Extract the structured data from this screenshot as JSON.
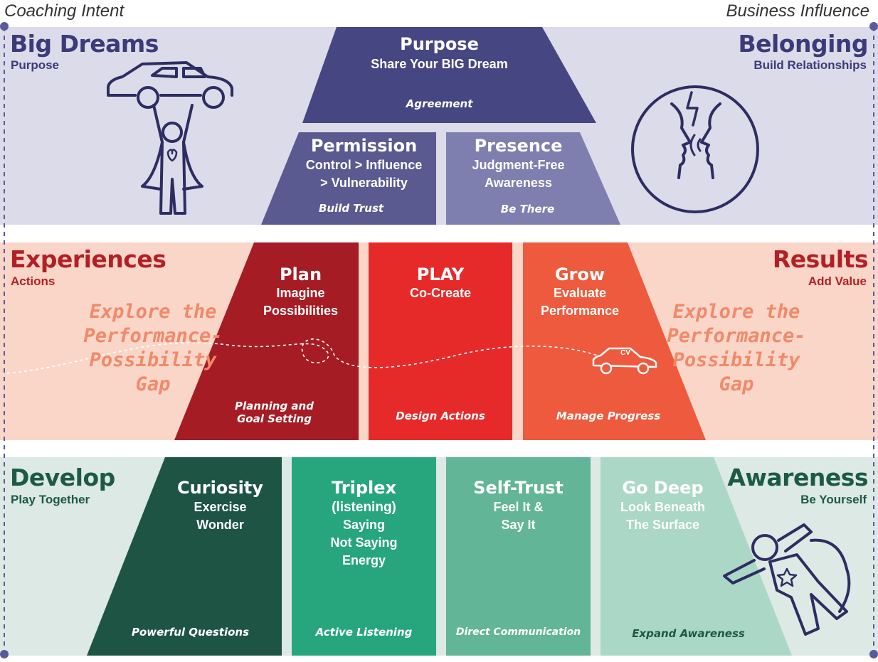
{
  "header": {
    "left_label": "Coaching Intent",
    "right_label": "Business Influence"
  },
  "colors": {
    "top_band": "#dcdbea",
    "middle_band": "#f9d6c8",
    "bottom_band": "#dde9e4",
    "purpose": "#464682",
    "permission": "#5a5a90",
    "presence": "#7e7eaf",
    "plan": "#a61c24",
    "play": "#e62a2a",
    "grow": "#ee5a3d",
    "curiosity": "#1e5443",
    "triplex": "#27a57d",
    "self_trust": "#62b597",
    "go_deep": "#abd7c7",
    "top_text": "#3b3b7a",
    "middle_text": "#b21f27",
    "bottom_text": "#1d5a45",
    "gap_text": "#f08a6a",
    "dash": "#5a5a9a"
  },
  "top": {
    "left_title": "Big Dreams",
    "left_sub": "Purpose",
    "right_title": "Belonging",
    "right_sub": "Build Relationships",
    "left_icon": "superhero-lifting-car-icon",
    "right_icon": "faces-conflict-icon",
    "purpose": {
      "title": "Purpose",
      "text": "Share Your BIG Dream",
      "foot": "Agreement"
    },
    "permission": {
      "title": "Permission",
      "text": "Control > Influence\n> Vulnerability",
      "foot": "Build Trust"
    },
    "presence": {
      "title": "Presence",
      "text": "Judgment-Free\nAwareness",
      "foot": "Be There"
    }
  },
  "middle": {
    "left_title": "Experiences",
    "left_sub": "Actions",
    "right_title": "Results",
    "right_sub": "Add Value",
    "gap_left": "Explore the\nPerformance-\nPossibility\nGap",
    "gap_right": "Explore the\nPerformance-\nPossibility\nGap",
    "car_label": "CV",
    "plan": {
      "title": "Plan",
      "text": "Imagine\nPossibilities",
      "foot": "Planning and\nGoal Setting"
    },
    "play": {
      "title": "PLAY",
      "text": "Co-Create",
      "foot": "Design Actions"
    },
    "grow": {
      "title": "Grow",
      "text": "Evaluate\nPerformance",
      "foot": "Manage Progress"
    }
  },
  "bottom": {
    "left_title": "Develop",
    "left_sub": "Play Together",
    "right_title": "Awareness",
    "right_sub": "Be Yourself",
    "right_icon": "flying-superhero-icon",
    "curiosity": {
      "title": "Curiosity",
      "text": "Exercise\nWonder",
      "foot": "Powerful Questions"
    },
    "triplex": {
      "title": "Triplex",
      "subtitle": "(listening)",
      "text": "Saying\nNot Saying\nEnergy",
      "foot": "Active Listening"
    },
    "self_trust": {
      "title": "Self-Trust",
      "text": "Feel It &\nSay It",
      "foot": "Direct Communication"
    },
    "go_deep": {
      "title": "Go Deep",
      "text": "Look Beneath\nThe Surface",
      "foot": "Expand Awareness"
    }
  }
}
